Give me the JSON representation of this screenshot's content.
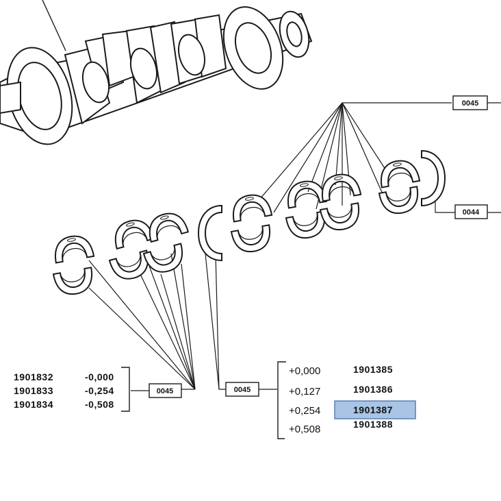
{
  "callouts": {
    "top_right": "0045",
    "mid_right": "0044",
    "bottom_left": "0045",
    "bottom_center": "0045"
  },
  "thrust_table": [
    {
      "part": "1901832",
      "size": "-0,000"
    },
    {
      "part": "1901833",
      "size": "-0,254"
    },
    {
      "part": "1901834",
      "size": "-0,508"
    }
  ],
  "main_table": [
    {
      "size": "+0,000",
      "part": "1901385"
    },
    {
      "size": "+0,127",
      "part": "1901386"
    },
    {
      "size": "+0,254",
      "part": "1901387",
      "highlighted": true
    },
    {
      "size": "+0,508",
      "part": "1901388"
    }
  ],
  "colors": {
    "line": "#1a1a1a",
    "highlight_fill": "#a9c4e4",
    "highlight_border": "#5b7fb5"
  }
}
